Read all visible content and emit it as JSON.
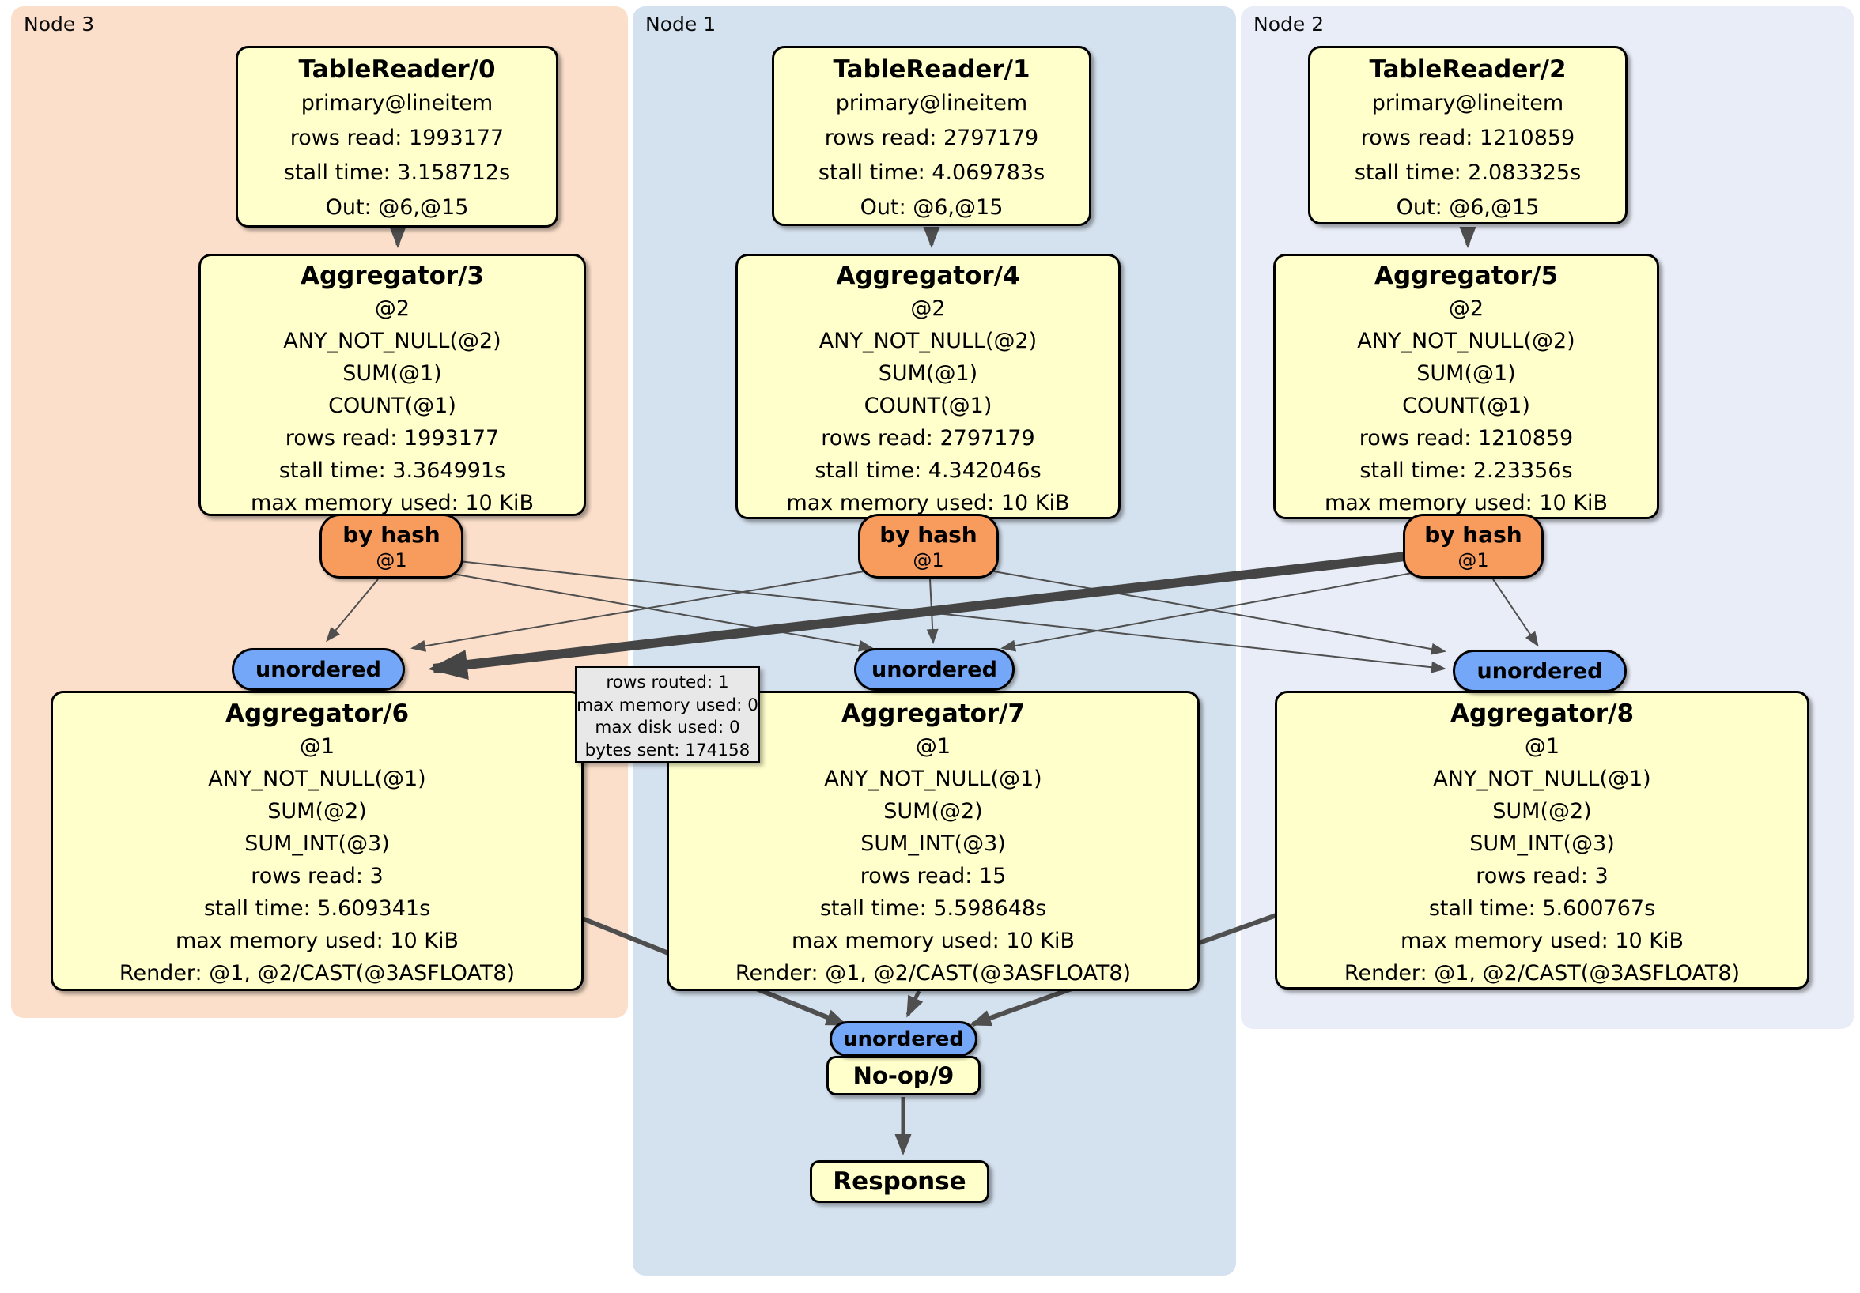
{
  "panels": [
    {
      "label": "Node 3"
    },
    {
      "label": "Node 1"
    },
    {
      "label": "Node 2"
    }
  ],
  "columns": [
    {
      "table_reader": {
        "title": "TableReader/0",
        "rows": [
          "primary@lineitem",
          "rows read: 1993177",
          "stall time: 3.158712s",
          "Out: @6,@15"
        ]
      },
      "agg_top": {
        "title": "Aggregator/3",
        "rows": [
          "@2",
          "ANY_NOT_NULL(@2)",
          "SUM(@1)",
          "COUNT(@1)",
          "rows read: 1993177",
          "stall time: 3.364991s",
          "max memory used: 10 KiB"
        ]
      },
      "router": {
        "label": "by hash",
        "key": "@1"
      },
      "sync": {
        "label": "unordered"
      },
      "agg_bottom": {
        "title": "Aggregator/6",
        "rows": [
          "@1",
          "ANY_NOT_NULL(@1)",
          "SUM(@2)",
          "SUM_INT(@3)",
          "rows read: 3",
          "stall time: 5.609341s",
          "max memory used: 10 KiB",
          "Render: @1, @2/CAST(@3ASFLOAT8)"
        ]
      }
    },
    {
      "table_reader": {
        "title": "TableReader/1",
        "rows": [
          "primary@lineitem",
          "rows read: 2797179",
          "stall time: 4.069783s",
          "Out: @6,@15"
        ]
      },
      "agg_top": {
        "title": "Aggregator/4",
        "rows": [
          "@2",
          "ANY_NOT_NULL(@2)",
          "SUM(@1)",
          "COUNT(@1)",
          "rows read: 2797179",
          "stall time: 4.342046s",
          "max memory used: 10 KiB"
        ]
      },
      "router": {
        "label": "by hash",
        "key": "@1"
      },
      "sync": {
        "label": "unordered"
      },
      "agg_bottom": {
        "title": "Aggregator/7",
        "rows": [
          "@1",
          "ANY_NOT_NULL(@1)",
          "SUM(@2)",
          "SUM_INT(@3)",
          "rows read: 15",
          "stall time: 5.598648s",
          "max memory used: 10 KiB",
          "Render: @1, @2/CAST(@3ASFLOAT8)"
        ]
      }
    },
    {
      "table_reader": {
        "title": "TableReader/2",
        "rows": [
          "primary@lineitem",
          "rows read: 1210859",
          "stall time: 2.083325s",
          "Out: @6,@15"
        ]
      },
      "agg_top": {
        "title": "Aggregator/5",
        "rows": [
          "@2",
          "ANY_NOT_NULL(@2)",
          "SUM(@1)",
          "COUNT(@1)",
          "rows read: 1210859",
          "stall time: 2.23356s",
          "max memory used: 10 KiB"
        ]
      },
      "router": {
        "label": "by hash",
        "key": "@1"
      },
      "sync": {
        "label": "unordered"
      },
      "agg_bottom": {
        "title": "Aggregator/8",
        "rows": [
          "@1",
          "ANY_NOT_NULL(@1)",
          "SUM(@2)",
          "SUM_INT(@3)",
          "rows read: 3",
          "stall time: 5.600767s",
          "max memory used: 10 KiB",
          "Render: @1, @2/CAST(@3ASFLOAT8)"
        ]
      }
    }
  ],
  "edge_tooltip": {
    "rows": [
      "rows routed: 1",
      "max memory used: 0",
      "max disk used: 0",
      "bytes sent: 174158"
    ]
  },
  "output": {
    "sync_label": "unordered",
    "noop_label": "No-op/9",
    "response_label": "Response"
  },
  "colors": {
    "panel_node3": "#fbdfca",
    "panel_node1": "#d4e1ee",
    "panel_node2": "#e9edf7",
    "node_fill": "#ffffcc",
    "router_fill": "#f89c5e",
    "sync_fill": "#74a7f7",
    "edge": "#4f4f4f",
    "tooltip_fill": "#e8e8e8"
  }
}
